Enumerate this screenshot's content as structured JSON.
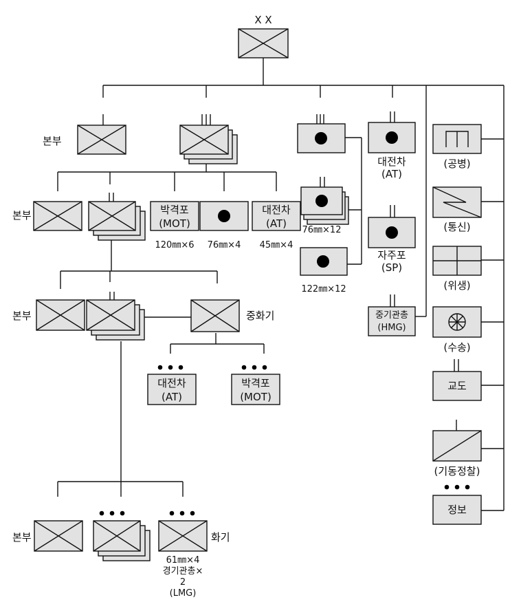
{
  "division": {
    "echelon": "X X"
  },
  "left_branch": {
    "hq_label": "본부",
    "sub": {
      "hq_label": "본부",
      "mortar": {
        "name": "박격포",
        "abbr": "(MOT)",
        "spec": "120㎜×6"
      },
      "artillery": {
        "spec": "76㎜×4"
      },
      "antitank": {
        "name": "대전차",
        "abbr": "(AT)",
        "spec": "45㎜×4"
      },
      "company": {
        "hq_label": "본부",
        "weapons_label": "중화기",
        "antitank": {
          "name": "대전차",
          "abbr": "(AT)"
        },
        "mortar": {
          "name": "박격포",
          "abbr": "(MOT)"
        },
        "platoon": {
          "hq_label": "본부",
          "fire_label": "화기",
          "fire_spec": [
            "61㎜×4",
            "경기관총×",
            "2",
            "(LMG)"
          ]
        }
      }
    }
  },
  "artillery_branch": {
    "spec1": "76㎜×12",
    "spec2": "122㎜×12"
  },
  "center_column": {
    "antitank": {
      "name": "대전차",
      "abbr": "(AT)"
    },
    "sp": {
      "name": "자주포",
      "abbr": "(SP)"
    },
    "hmg": {
      "name": "중기관총",
      "abbr": "(HMG)"
    }
  },
  "right_column": {
    "engineer": "(공병)",
    "signal": "(통신)",
    "medical": "(위생)",
    "transport": "(수송)",
    "training": "교도",
    "recon": "(기동정찰)",
    "intel": "정보"
  },
  "colors": {
    "box_fill": "#e2e2e2",
    "line": "#111111"
  }
}
